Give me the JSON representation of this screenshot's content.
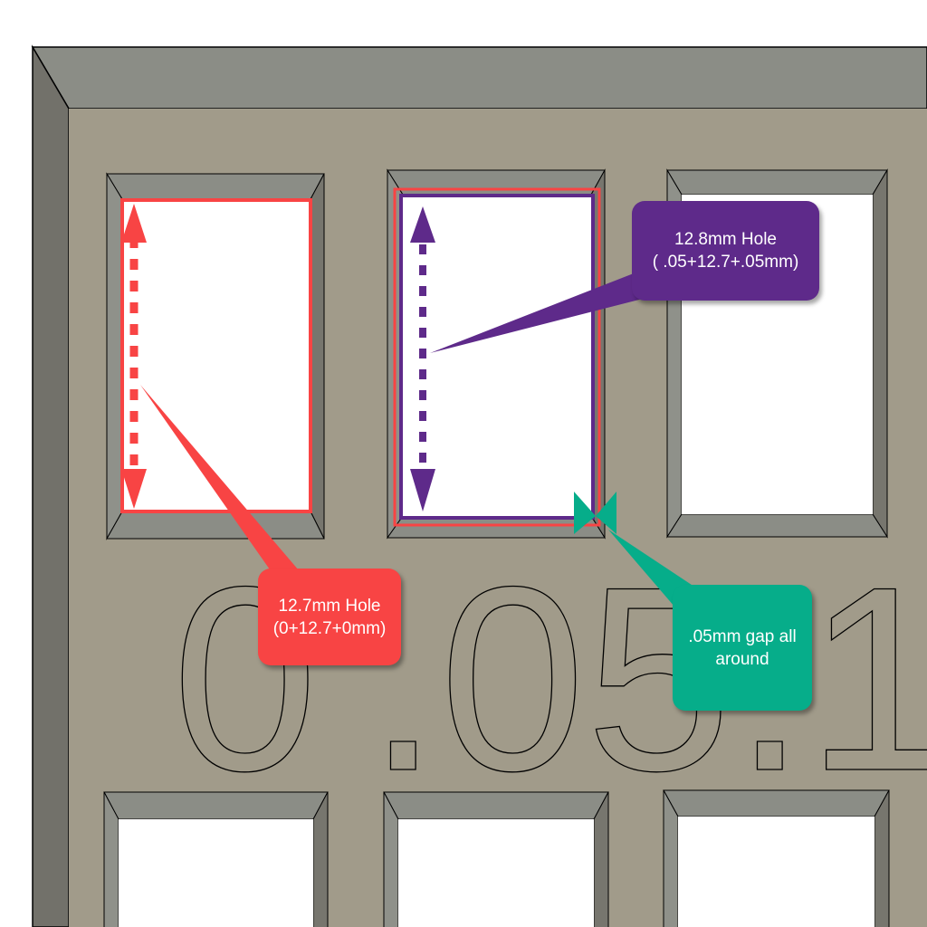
{
  "colors": {
    "plate": "#a19b8a",
    "bevel_top": "#8b8d86",
    "bevel_side": "#72716a",
    "red": "#f84444",
    "purple": "#5e2a8a",
    "teal": "#06ad8a"
  },
  "engraved_labels": [
    "0",
    ".05",
    ".1"
  ],
  "callouts": {
    "red": {
      "text": "12.7mm Hole\n(0+12.7+0mm)"
    },
    "purple": {
      "text": "12.8mm Hole\n( .05+12.7+.05mm)"
    },
    "teal": {
      "text": ".05mm gap all\naround"
    }
  }
}
